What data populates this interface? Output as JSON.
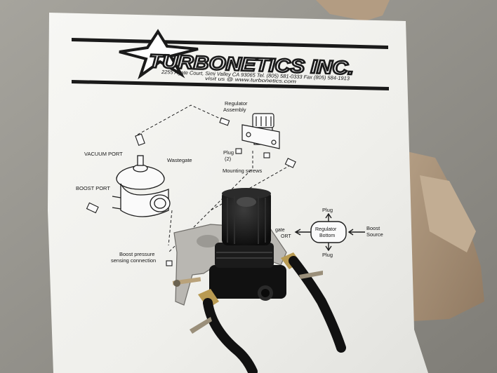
{
  "header": {
    "logo_text": "TURBONETICS INC.",
    "address": "2255 Agate Court, Simi Valley CA 93065  Tel. (805) 581-0333  Fax (805) 584-1913",
    "website": "visit us @ www.turbonetics.com"
  },
  "diagram": {
    "labels": {
      "regulator_assembly_1": "Regulator",
      "regulator_assembly_2": "Assembly",
      "vacuum_port": "VACUUM PORT",
      "wastegate": "Wastegate",
      "plug_2_line1": "Plug",
      "plug_2_line2": "(2)",
      "mounting_screws": "Mounting screws",
      "boost_port": "BOOST PORT",
      "boost_pressure_1": "Boost pressure",
      "boost_pressure_2": "sensing connection",
      "gate_port_1": "gate",
      "gate_port_2": "ORT"
    },
    "flow": {
      "plug_top": "Plug",
      "plug_bottom": "Plug",
      "regulator_1": "Regulator",
      "regulator_2": "Bottom",
      "boost_1": "Boost",
      "boost_2": "Source"
    }
  },
  "colors": {
    "paper": "#f4f4f1",
    "background": "#8f8d86",
    "cardboard": "#a9937b",
    "ink": "#161616"
  }
}
